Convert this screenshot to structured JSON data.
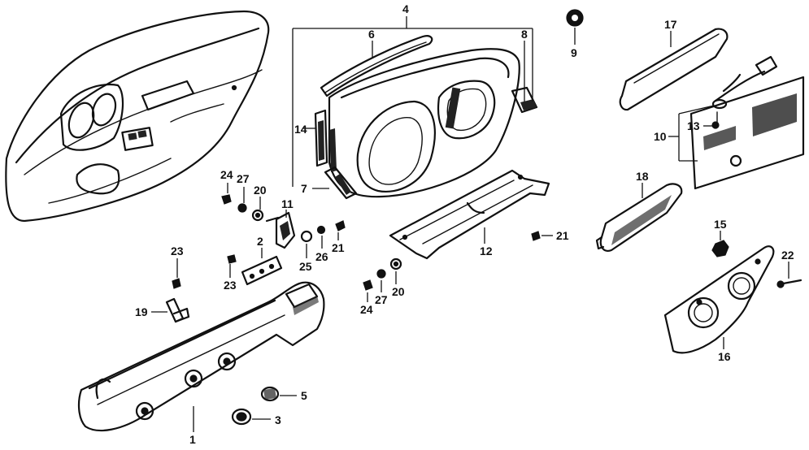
{
  "callouts": [
    {
      "id": "c1",
      "text": "1"
    },
    {
      "id": "c2",
      "text": "2"
    },
    {
      "id": "c3",
      "text": "3"
    },
    {
      "id": "c4",
      "text": "4"
    },
    {
      "id": "c5",
      "text": "5"
    },
    {
      "id": "c6",
      "text": "6"
    },
    {
      "id": "c7",
      "text": "7"
    },
    {
      "id": "c8",
      "text": "8"
    },
    {
      "id": "c9",
      "text": "9"
    },
    {
      "id": "c10",
      "text": "10"
    },
    {
      "id": "c11",
      "text": "11"
    },
    {
      "id": "c12",
      "text": "12"
    },
    {
      "id": "c13",
      "text": "13"
    },
    {
      "id": "c14",
      "text": "14"
    },
    {
      "id": "c15",
      "text": "15"
    },
    {
      "id": "c16",
      "text": "16"
    },
    {
      "id": "c17",
      "text": "17"
    },
    {
      "id": "c18",
      "text": "18"
    },
    {
      "id": "c19",
      "text": "19"
    },
    {
      "id": "c20a",
      "text": "20"
    },
    {
      "id": "c20b",
      "text": "20"
    },
    {
      "id": "c21a",
      "text": "21"
    },
    {
      "id": "c21b",
      "text": "21"
    },
    {
      "id": "c22",
      "text": "22"
    },
    {
      "id": "c23a",
      "text": "23"
    },
    {
      "id": "c23b",
      "text": "23"
    },
    {
      "id": "c24a",
      "text": "24"
    },
    {
      "id": "c24b",
      "text": "24"
    },
    {
      "id": "c25",
      "text": "25"
    },
    {
      "id": "c26",
      "text": "26"
    },
    {
      "id": "c27a",
      "text": "27"
    },
    {
      "id": "c27b",
      "text": "27"
    }
  ]
}
